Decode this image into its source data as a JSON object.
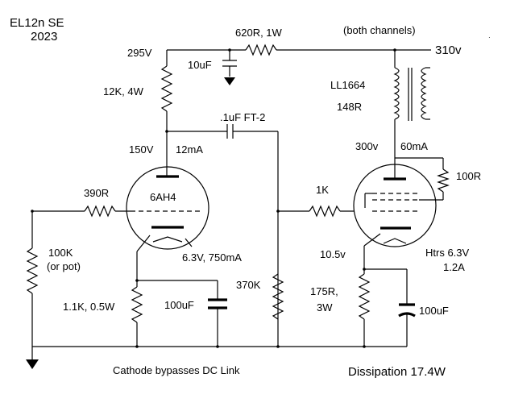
{
  "title": {
    "line1": "EL12n SE",
    "line2": "2023"
  },
  "labels": {
    "b_plus_driver": "295V",
    "dropper": "620R, 1W",
    "both_channels": "(both channels)",
    "b_plus_main": "310v",
    "cap_supply": "10uF",
    "plate_load": "12K, 4W",
    "coupling_cap": ".1uF FT-2",
    "driver_plate_v": "150V",
    "driver_current": "12mA",
    "transformer_name": "LL1664",
    "transformer_dcr": "148R",
    "output_plate_v": "300v",
    "output_current": "60mA",
    "g2_resistor": "100R",
    "grid_stopper_driver": "390R",
    "driver_tube": "6AH4",
    "grid_stopper_output": "1K",
    "input_pot_1": "100K",
    "input_pot_2": "(or pot)",
    "driver_heater": "6.3V, 750mA",
    "output_cathode_v": "10.5v",
    "output_heater_1": "Htrs 6.3V",
    "output_heater_2": "1.2A",
    "grid_leak": "370K",
    "output_cathode_r_1": "175R,",
    "output_cathode_r_2": "3W",
    "driver_cathode_r": "1.1K, 0.5W",
    "driver_cathode_cap": "100uF",
    "output_cathode_cap": "100uF",
    "note": "Cathode bypasses DC Link",
    "dissipation": "Dissipation 17.4W"
  }
}
